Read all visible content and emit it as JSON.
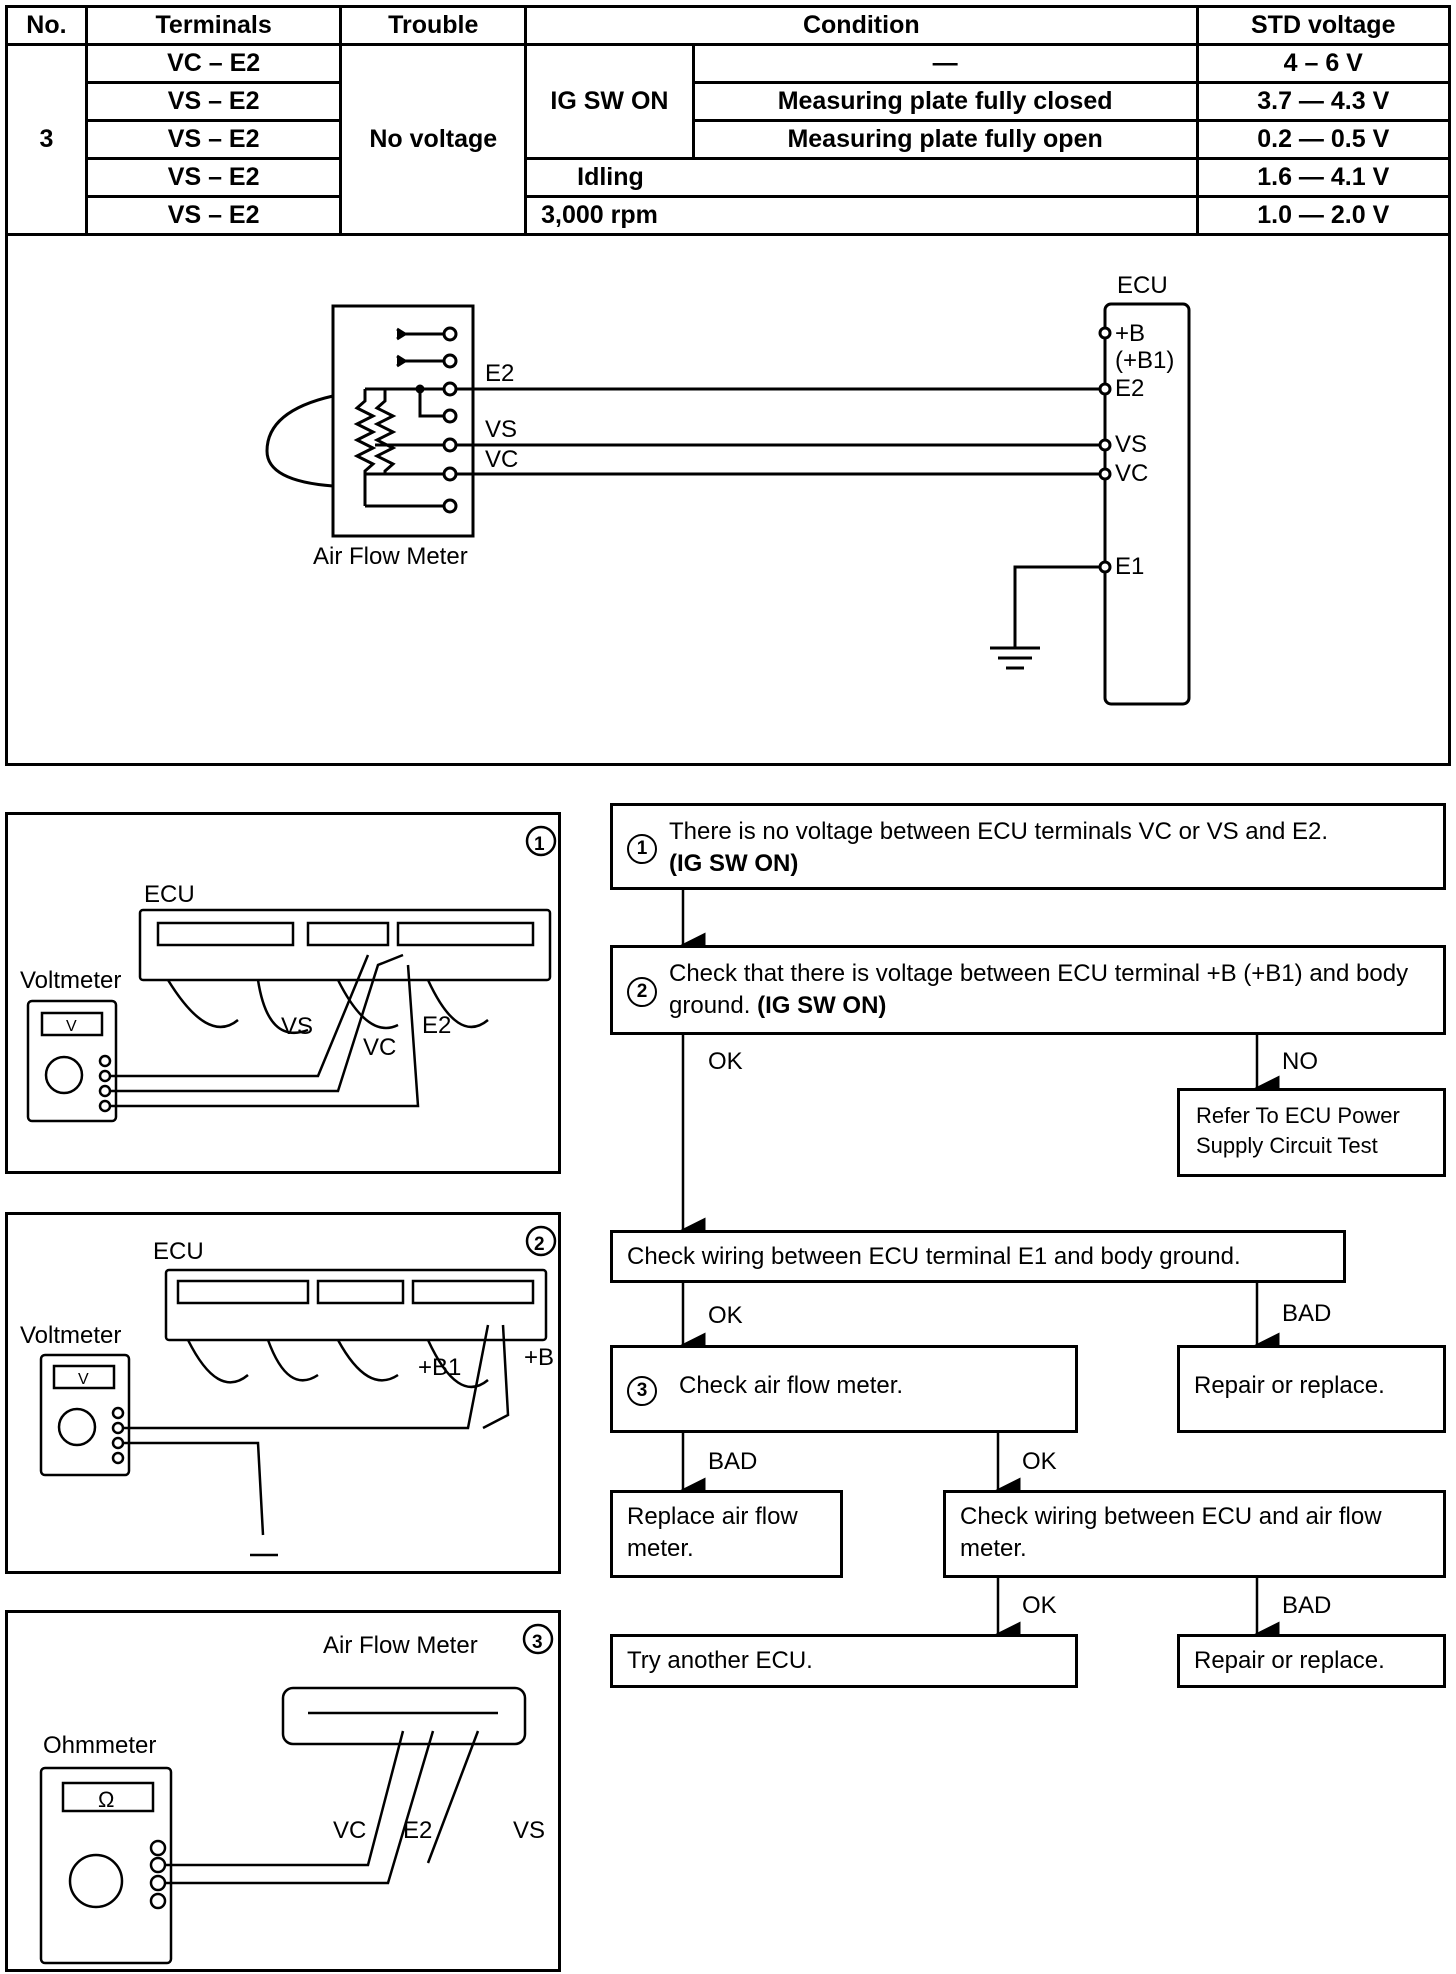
{
  "table": {
    "headers": [
      "No.",
      "Terminals",
      "Trouble",
      "Condition",
      "STD voltage"
    ],
    "no": "3",
    "trouble": "No voltage",
    "ig_sw_on": "IG SW ON",
    "rows": [
      {
        "terminals": "VC  – E2",
        "condition": "—",
        "std": "4  – 6 V"
      },
      {
        "terminals": "VS  – E2",
        "condition": "Measuring plate fully closed",
        "std": "3.7 — 4.3 V"
      },
      {
        "terminals": "VS  – E2",
        "condition": "Measuring plate fully open",
        "std": "0.2 — 0.5 V"
      },
      {
        "terminals": "VS  – E2",
        "condition": "Idling",
        "std": "1.6 — 4.1 V"
      },
      {
        "terminals": "VS  – E2",
        "condition": "3,000 rpm",
        "std": "1.0 — 2.0 V"
      }
    ]
  },
  "circuit": {
    "ecu_label": "ECU",
    "meter_label": "Air Flow Meter",
    "meter_terminals": [
      "E2",
      "VS",
      "VC"
    ],
    "ecu_terminals": [
      "+B",
      "(+B1)",
      "E2",
      "VS",
      "VC",
      "E1"
    ]
  },
  "diagrams": {
    "d1": {
      "number": "1",
      "ecu": "ECU",
      "meter": "Voltmeter",
      "meter_face": "V",
      "probes": [
        "VS",
        "VC",
        "E2"
      ]
    },
    "d2": {
      "number": "2",
      "ecu": "ECU",
      "meter": "Voltmeter",
      "meter_face": "V",
      "probes": [
        "+B1",
        "+B"
      ]
    },
    "d3": {
      "number": "3",
      "title": "Air Flow Meter",
      "meter": "Ohmmeter",
      "meter_face": "Ω",
      "probes": [
        "VC",
        "E2",
        "VS"
      ]
    }
  },
  "flow": {
    "step1_num": "1",
    "step1_text": "There is no voltage between ECU terminals VC or VS and E2.",
    "step1_bold": "(IG SW ON)",
    "step2_num": "2",
    "step2_text": "Check that there is voltage between ECU terminal +B (+B1) and body ground.",
    "step2_bold": "(IG SW ON)",
    "ok": "OK",
    "no": "NO",
    "bad": "BAD",
    "power_supply": "Refer To ECU Power Supply Circuit Test",
    "check_e1": "Check wiring between ECU terminal E1 and body ground.",
    "repair1": "Repair or replace.",
    "step3_num": "3",
    "step3_text": "Check air flow meter.",
    "replace_afm": "Replace air flow meter.",
    "check_wiring": "Check wiring between ECU and air flow meter.",
    "try_ecu": "Try another ECU.",
    "repair2": "Repair or replace."
  }
}
